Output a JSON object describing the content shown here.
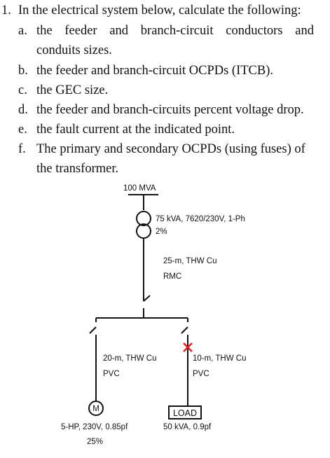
{
  "problem": {
    "number": "1.",
    "stem": "In the electrical system below, calculate the following:",
    "items": [
      {
        "letter": "a.",
        "lines": [
          "the feeder and branch-circuit conductors and",
          "conduits sizes."
        ]
      },
      {
        "letter": "b.",
        "lines": [
          "the feeder and branch-circuit OCPDs (ITCB)."
        ]
      },
      {
        "letter": "c.",
        "lines": [
          "the GEC size."
        ]
      },
      {
        "letter": "d.",
        "lines": [
          "the feeder and branch-circuits percent voltage drop."
        ]
      },
      {
        "letter": "e.",
        "lines": [
          "the fault current at the indicated point."
        ]
      },
      {
        "letter": "f.",
        "lines": [
          "The primary and secondary OCPDs (using fuses) of",
          "the transformer."
        ]
      }
    ]
  },
  "diagram": {
    "source": "100 MVA",
    "transformer": {
      "line1": "75 kVA, 7620/230V, 1-Ph",
      "line2": "2%"
    },
    "feeder": {
      "line1": "25-m, THW Cu",
      "line2": "RMC"
    },
    "branch_motor": {
      "line1": "20-m, THW Cu",
      "line2": "PVC"
    },
    "branch_load": {
      "line1": "10-m, THW Cu",
      "line2": "PVC"
    },
    "motor": {
      "symbol": "M",
      "line1": "5-HP, 230V, 0.85pf",
      "line2": "25%"
    },
    "load": {
      "symbol": "LOAD",
      "line1": "50 kVA, 0.9pf"
    },
    "fault_color": "#e11d1d"
  }
}
